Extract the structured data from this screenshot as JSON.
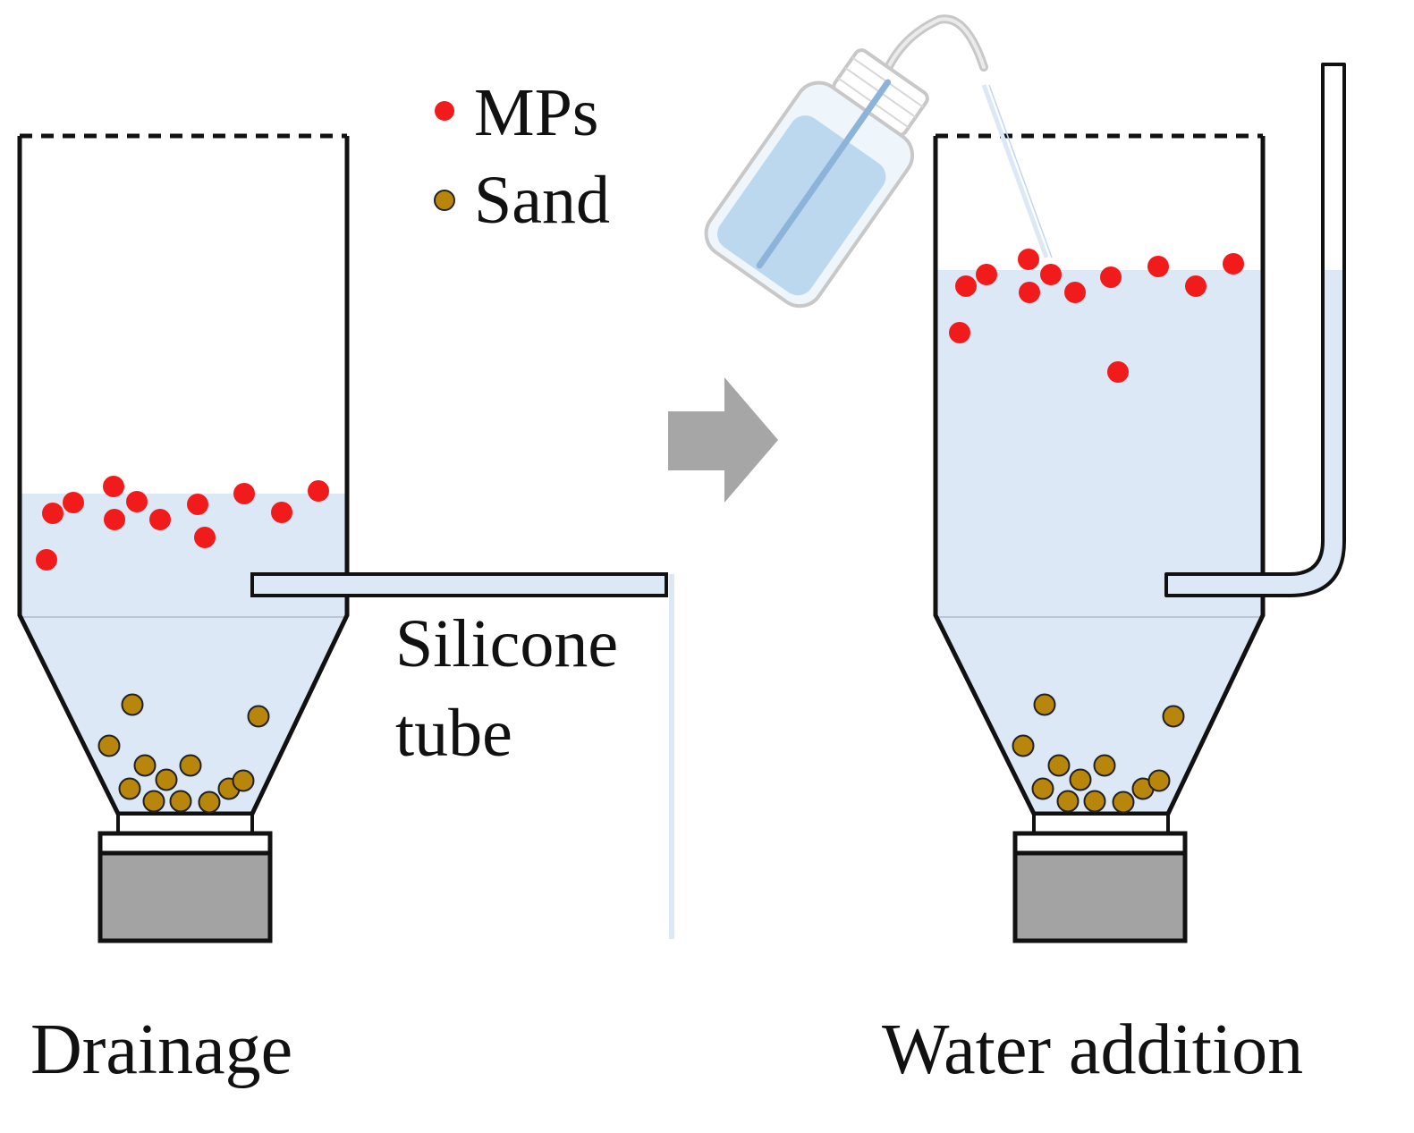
{
  "legend": {
    "mps_label": "MPs",
    "sand_label": "Sand"
  },
  "labels": {
    "tube": [
      "Silicone",
      "tube"
    ],
    "left_caption": "Drainage",
    "right_caption": "Water addition"
  },
  "colors": {
    "mp": "#f21b1b",
    "sand": "#b8860b",
    "water": "#dce8f5",
    "arrow": "#a6a6a6",
    "base": "#a3a3a3",
    "outline": "#111111"
  },
  "icons": {
    "arrow": "right-arrow-icon",
    "bottle": "wash-bottle-icon"
  }
}
